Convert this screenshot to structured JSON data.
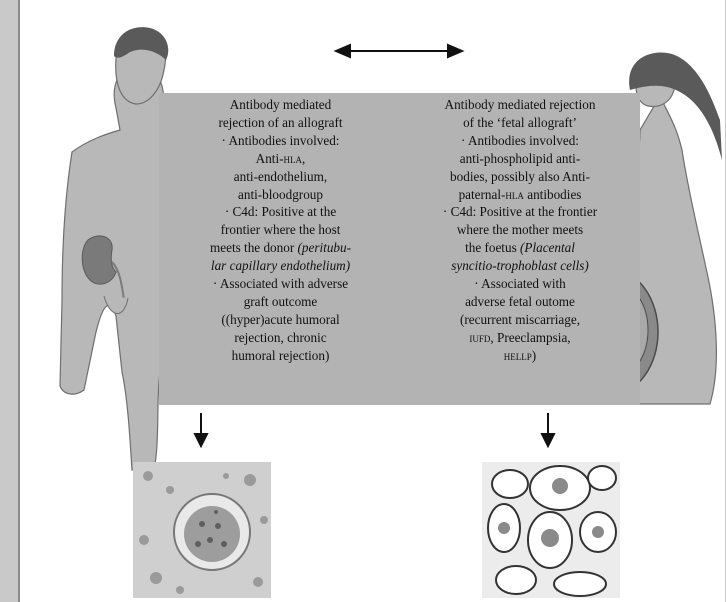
{
  "left_panel": {
    "lines": [
      "Antibody mediated",
      "rejection of an allograft",
      "· Antibodies involved:",
      "Anti-",
      "anti-endothelium,",
      "anti-bloodgroup",
      "· C4d: Positive at the",
      "frontier where the host",
      "meets the donor",
      "· Associated with adverse",
      "graft outcome",
      "((hyper)acute humoral",
      "rejection, chronic",
      "humoral rejection)"
    ],
    "hla": "hla,",
    "italic_1": "(peritubu-",
    "italic_2": "lar capillary endothelium)"
  },
  "right_panel": {
    "lines": [
      "Antibody mediated rejection",
      "of the ‘fetal allograft’",
      "· Antibodies involved:",
      "anti-phospholipid anti-",
      "bodies, possibly also Anti-",
      "paternal-",
      "· C4d: Positive at the frontier",
      "where the mother meets",
      "the foetus",
      "· Associated with",
      "adverse fetal outome",
      "(recurrent miscarriage,",
      "Preeclampsia,"
    ],
    "hla": "hla",
    "antibodies": " antibodies",
    "italic_1": "(Placental",
    "italic_2": "syncitio-trophoblast cells)",
    "iufd": "iufd",
    "hellp": "hellp",
    "close": ")"
  },
  "colors": {
    "panel": "#b3b3b3",
    "figure": "#b8b8b8",
    "figure_edge": "#6f6f6f",
    "hair": "#5a5a5a",
    "kidney": "#7a7a7a",
    "arrow": "#111111"
  }
}
